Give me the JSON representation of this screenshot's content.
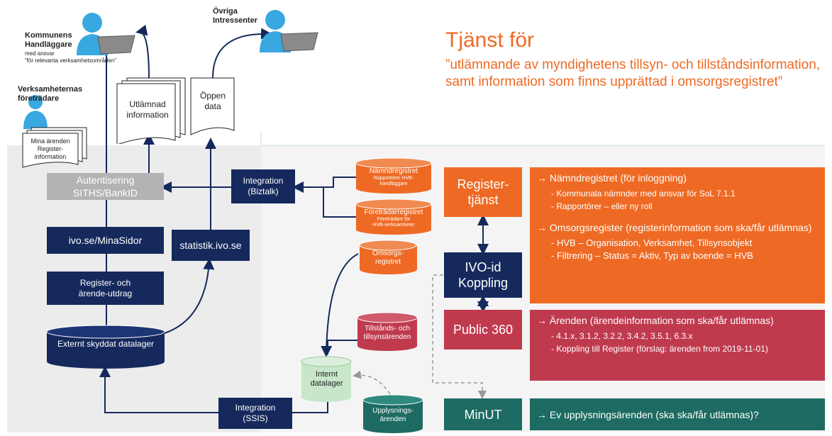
{
  "title": "Tjänst för",
  "subtitle": "”utlämnande av myndighetens tillsyn- och tillståndsinformation, samt information som finns upprättad i omsorgsregistret”",
  "people": {
    "kommunens": {
      "name": "Kommunens Handläggare",
      "sub1": "med ansvar",
      "sub2": "”för relevanta verksamhetsområden”"
    },
    "ovriga": {
      "name": "Övriga Intressenter"
    },
    "verksamheternas": {
      "name": "Verksamheternas företrädare"
    }
  },
  "docs": {
    "mina": "Mina ärenden Register-information",
    "utlamnad": "Utlämnad information",
    "oppen": "Öppen data"
  },
  "left": {
    "auth_line1": "Autentisering",
    "auth_line2": "SITHS/BankID",
    "minasidor": "ivo.se/MinaSidor",
    "statistik": "statistik.ivo.se",
    "utdrag": "Register- och ärende-utdrag",
    "externt": "Externt skyddat datalager",
    "integration_biztalk_1": "Integration",
    "integration_biztalk_2": "(Biztalk)",
    "integration_ssis_1": "Integration",
    "integration_ssis_2": "(SSIS)",
    "internt": "Internt datalager",
    "upplysnings": "Upplysnings-ärenden"
  },
  "cylinders": {
    "namnd_title": "Nämndregistret",
    "namnd_sub": "Rapportörer HVB-handläggare",
    "foretradar_title": "Företrädarregistret",
    "foretradar_sub": "Företrädare för HVB-verksamheter",
    "omsorgs": "Omsorgs-registret",
    "tillstands": "Tillstånds- och tillsynsärenden"
  },
  "services": {
    "registertjanst": "Register-\ntjänst",
    "ivoid": "IVO-id\nKoppling",
    "public360": "Public 360",
    "minut": "MinUT"
  },
  "info": {
    "namnd_heading": "→  Nämndregistret (för inloggning)",
    "namnd_b1": "-  Kommunala nämnder med ansvar för SoL 7.1.1",
    "namnd_b2": "-  Rapportörer – eller ny roll",
    "omsorg_heading": "→  Omsorgsregister (registerinformation som ska/får utlämnas)",
    "omsorg_b1": "-  HVB – Organisation, Verksamhet, Tillsynsobjekt",
    "omsorg_b2": "-  Filtrering – Status = Aktiv, Typ av boende = HVB",
    "arenden_heading": "→  Ärenden (ärendeinformation som ska/får utlämnas)",
    "arenden_b1": "-  4.1.x, 3.1.2, 3.2.2, 3.4.2, 3.5.1, 6.3.x",
    "arenden_b2": "-  Koppling till Register (förslag: ärenden from 2019-11-01)",
    "minut_heading": "→  Ev upplysningsärenden (ska ska/får utlämnas)?"
  },
  "colors": {
    "orange": "#ee6a24",
    "crimson": "#c03a4e",
    "teal": "#1d6b62",
    "navy": "#15295c",
    "grey": "#b3b3b3"
  }
}
